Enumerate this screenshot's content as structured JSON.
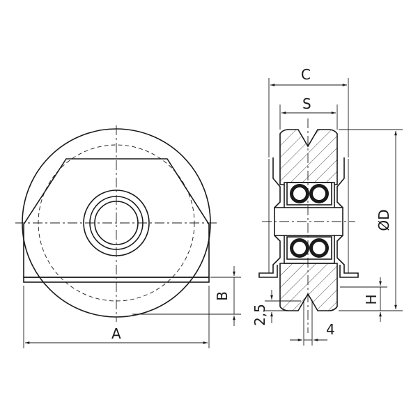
{
  "labels": {
    "a": "A",
    "b": "B",
    "c": "C",
    "s": "S",
    "d": "ØD",
    "h": "H",
    "groove_depth": "2,5",
    "groove_width": "4"
  },
  "colors": {
    "line": "#1a1a1a",
    "background": "#ffffff"
  }
}
